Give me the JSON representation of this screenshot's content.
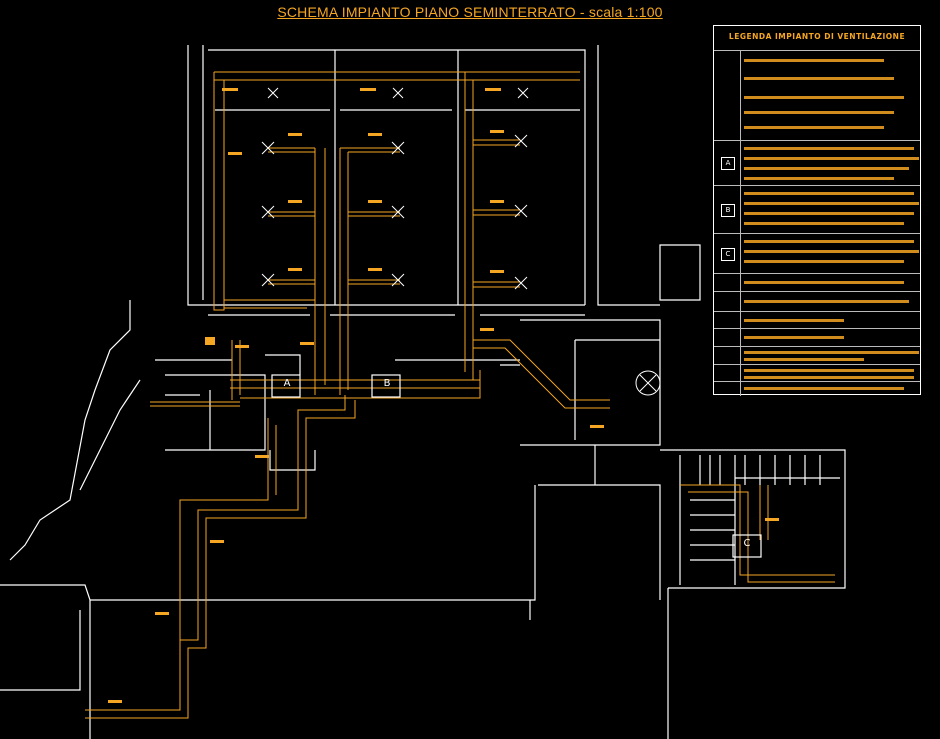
{
  "title": "SCHEMA IMPIANTO PIANO SEMINTERRATO - scala 1:100",
  "legend": {
    "title": "LEGENDA IMPIANTO DI VENTILAZIONE",
    "unit_letters": [
      "A",
      "B",
      "C"
    ]
  },
  "plan_units": {
    "unit_a": "A",
    "unit_b": "B",
    "unit_c": "C"
  },
  "colors": {
    "duct": "#f5a623",
    "walls": "#ffffff",
    "background": "#000000"
  }
}
